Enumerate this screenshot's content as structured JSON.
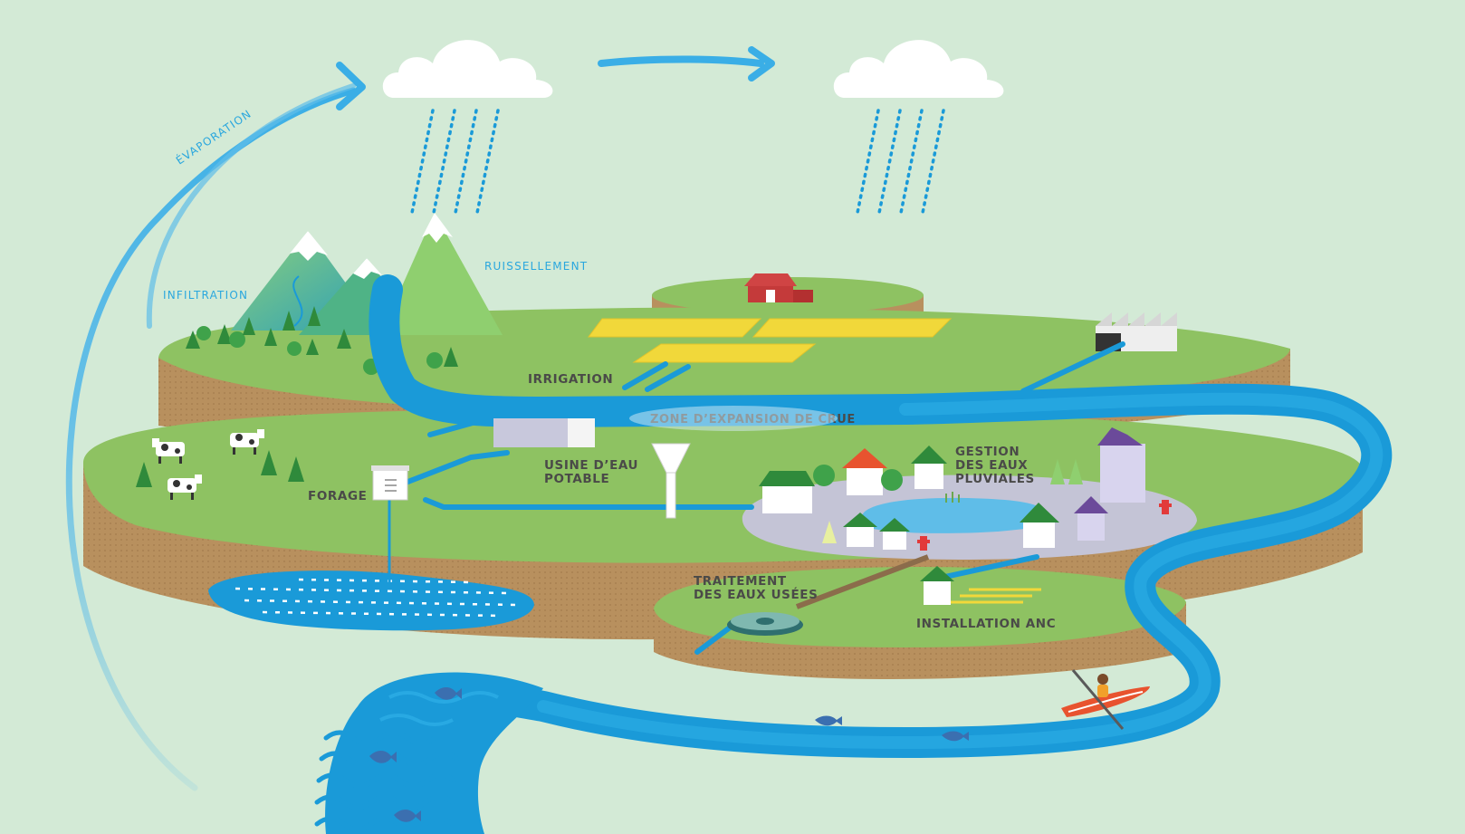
{
  "labels": {
    "evaporation": "ÉVAPORATION",
    "infiltration": "INFILTRATION",
    "ruissellement": "RUISSELLEMENT",
    "irrigation": "IRRIGATION",
    "zone_crue": "ZONE D’EXPANSION DE CRUE",
    "usine_line1": "USINE D’EAU",
    "usine_line2": "POTABLE",
    "forage": "FORAGE",
    "gestion_line1": "GESTION",
    "gestion_line2": "DES EAUX",
    "gestion_line3": "PLUVIALES",
    "traitement_line1": "TRAITEMENT",
    "traitement_line2": "DES EAUX USÉES",
    "anc": "INSTALLATION ANC"
  },
  "colors": {
    "background": "#d3ead6",
    "water": "#1a9ad8",
    "water_light": "#5fbde8",
    "grass": "#8ec262",
    "soil": "#b8905e",
    "field_yellow": "#f1d83a",
    "urban": "#c4c4d6",
    "label_dark": "#4a4a48",
    "label_blue": "#2aa7de"
  },
  "icons": [
    "cloud-icon",
    "rain-icon",
    "mountain-icon",
    "tree-icon",
    "cow-icon",
    "barn-icon",
    "factory-icon",
    "house-icon",
    "fish-icon",
    "kayak-icon",
    "water-tower-icon",
    "well-icon",
    "treatment-plant-icon",
    "hydrant-icon"
  ]
}
